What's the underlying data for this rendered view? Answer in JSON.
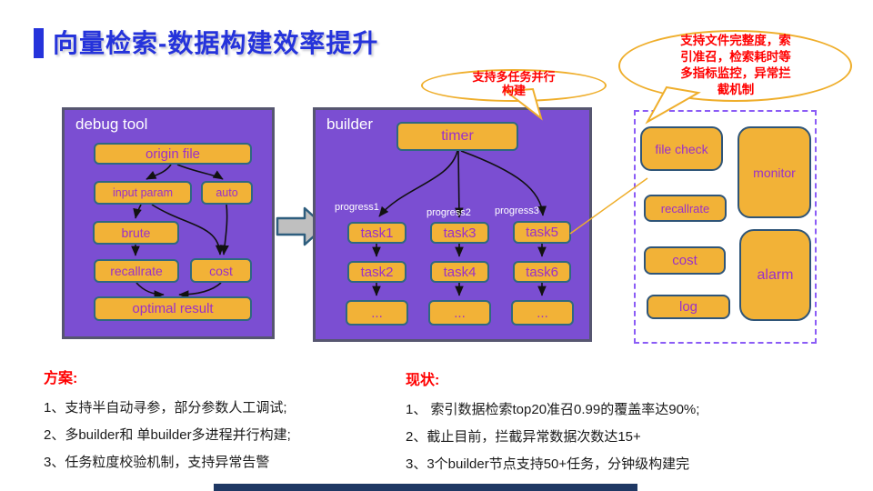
{
  "title": "向量检索-数据构建效率提升",
  "callouts": {
    "parallel": "支持多任务并行构建",
    "monitoring": "支持文件完整度，索引准召，检索耗时等多指标监控，异常拦截机制"
  },
  "debug_tool": {
    "label": "debug tool",
    "origin_file": "origin file",
    "input_param": "input param",
    "auto": "auto",
    "brute": "brute",
    "recallrate": "recallrate",
    "cost": "cost",
    "optimal_result": "optimal result"
  },
  "builder": {
    "label": "builder",
    "timer": "timer",
    "progress_labels": [
      "progress1",
      "progress2",
      "progress3"
    ],
    "columns": [
      [
        "task1",
        "task2",
        "..."
      ],
      [
        "task3",
        "task4",
        "..."
      ],
      [
        "task5",
        "task6",
        "..."
      ]
    ]
  },
  "monitor_panel": {
    "file_check": "file check",
    "recallrate": "recallrate",
    "cost": "cost",
    "log": "log",
    "monitor": "monitor",
    "alarm": "alarm"
  },
  "plan": {
    "heading": "方案:",
    "items": [
      "1、支持半自动寻参，部分参数人工调试;",
      "2、多builder和 单builder多进程并行构建;",
      "3、任务粒度校验机制，支持异常告警"
    ]
  },
  "status": {
    "heading": "现状:",
    "items": [
      "1、 索引数据检索top20准召0.99的覆盖率达90%;",
      "2、截止目前，拦截异常数据次数达15+",
      "3、3个builder节点支持50+任务，分钟级构建完"
    ]
  },
  "colors": {
    "accent_blue": "#2533db",
    "panel_purple": "#7b4ed2",
    "panel_border": "#565670",
    "node_orange": "#f2b237",
    "node_border": "#2f6880",
    "node_text": "#9a30c9",
    "callout_border": "#efae2b",
    "callout_text": "#ff0000",
    "dashed_border": "#8b5cf6",
    "footer_bar": "#1f3864"
  }
}
